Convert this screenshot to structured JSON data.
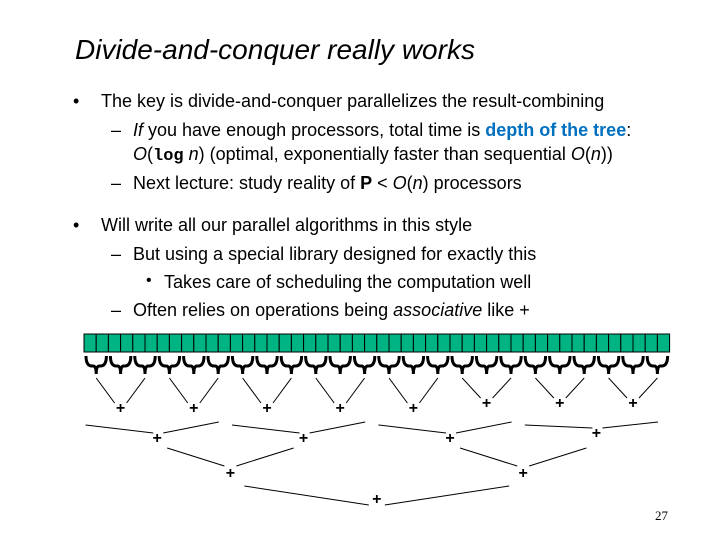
{
  "slide": {
    "title": "Divide-and-conquer really works",
    "page_number": "27"
  },
  "bullets": {
    "b1": {
      "marker": "•",
      "text": "The key is divide-and-conquer parallelizes the result-combining"
    },
    "b1_1": {
      "marker": "–",
      "if_word": "If",
      "text_a": " you have enough processors, total time is ",
      "highlight": "depth of the tree",
      "text_b": ":",
      "line2_O": "O",
      "line2_open": "(",
      "line2_log": "log",
      "line2_n": " n",
      "line2_rest": ") (optimal, exponentially faster than sequential ",
      "line2_O2": "O",
      "line2_open2": "(",
      "line2_n2": "n",
      "line2_close": "))"
    },
    "b1_2": {
      "marker": "–",
      "text_a": "Next lecture: study reality of ",
      "bold_p": "P",
      "text_b": " < ",
      "O": "O",
      "open": "(",
      "n": "n",
      "close": ") processors"
    },
    "b2": {
      "marker": "•",
      "text": "Will write all our parallel algorithms in this style"
    },
    "b2_1": {
      "marker": "–",
      "text": "But using a special library designed for exactly this"
    },
    "b2_1_1": {
      "marker": "•",
      "text": "Takes care of scheduling the computation well"
    },
    "b2_2": {
      "marker": "–",
      "text_a": "Often relies on operations being ",
      "italic": "associative",
      "text_b": " like +"
    }
  },
  "diagram": {
    "array_cells": 48,
    "cell_color": "#00b383",
    "plus_symbol": "+",
    "levels": [
      8,
      4,
      2,
      1
    ]
  }
}
